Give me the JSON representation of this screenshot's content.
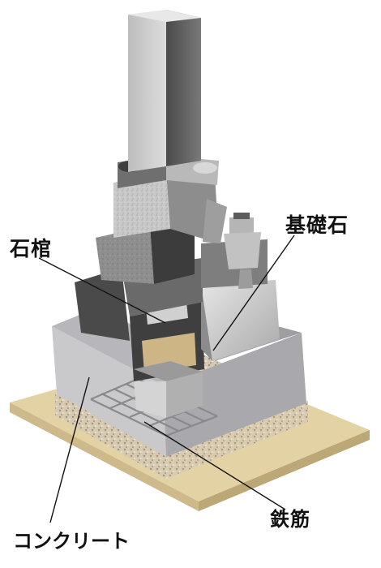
{
  "labels": {
    "foundation_stone": "基礎石",
    "stone_coffin": "石棺",
    "rebar": "鉄筋",
    "concrete": "コンクリート"
  },
  "colors": {
    "background": "#ffffff",
    "ground_base": "#e4d3a6",
    "gravel": "#d4c6b0",
    "concrete": "#c4c4c7",
    "granite_light": "#c9c9c9",
    "granite_dark": "#5b5b5b",
    "leader_line": "#111111"
  }
}
